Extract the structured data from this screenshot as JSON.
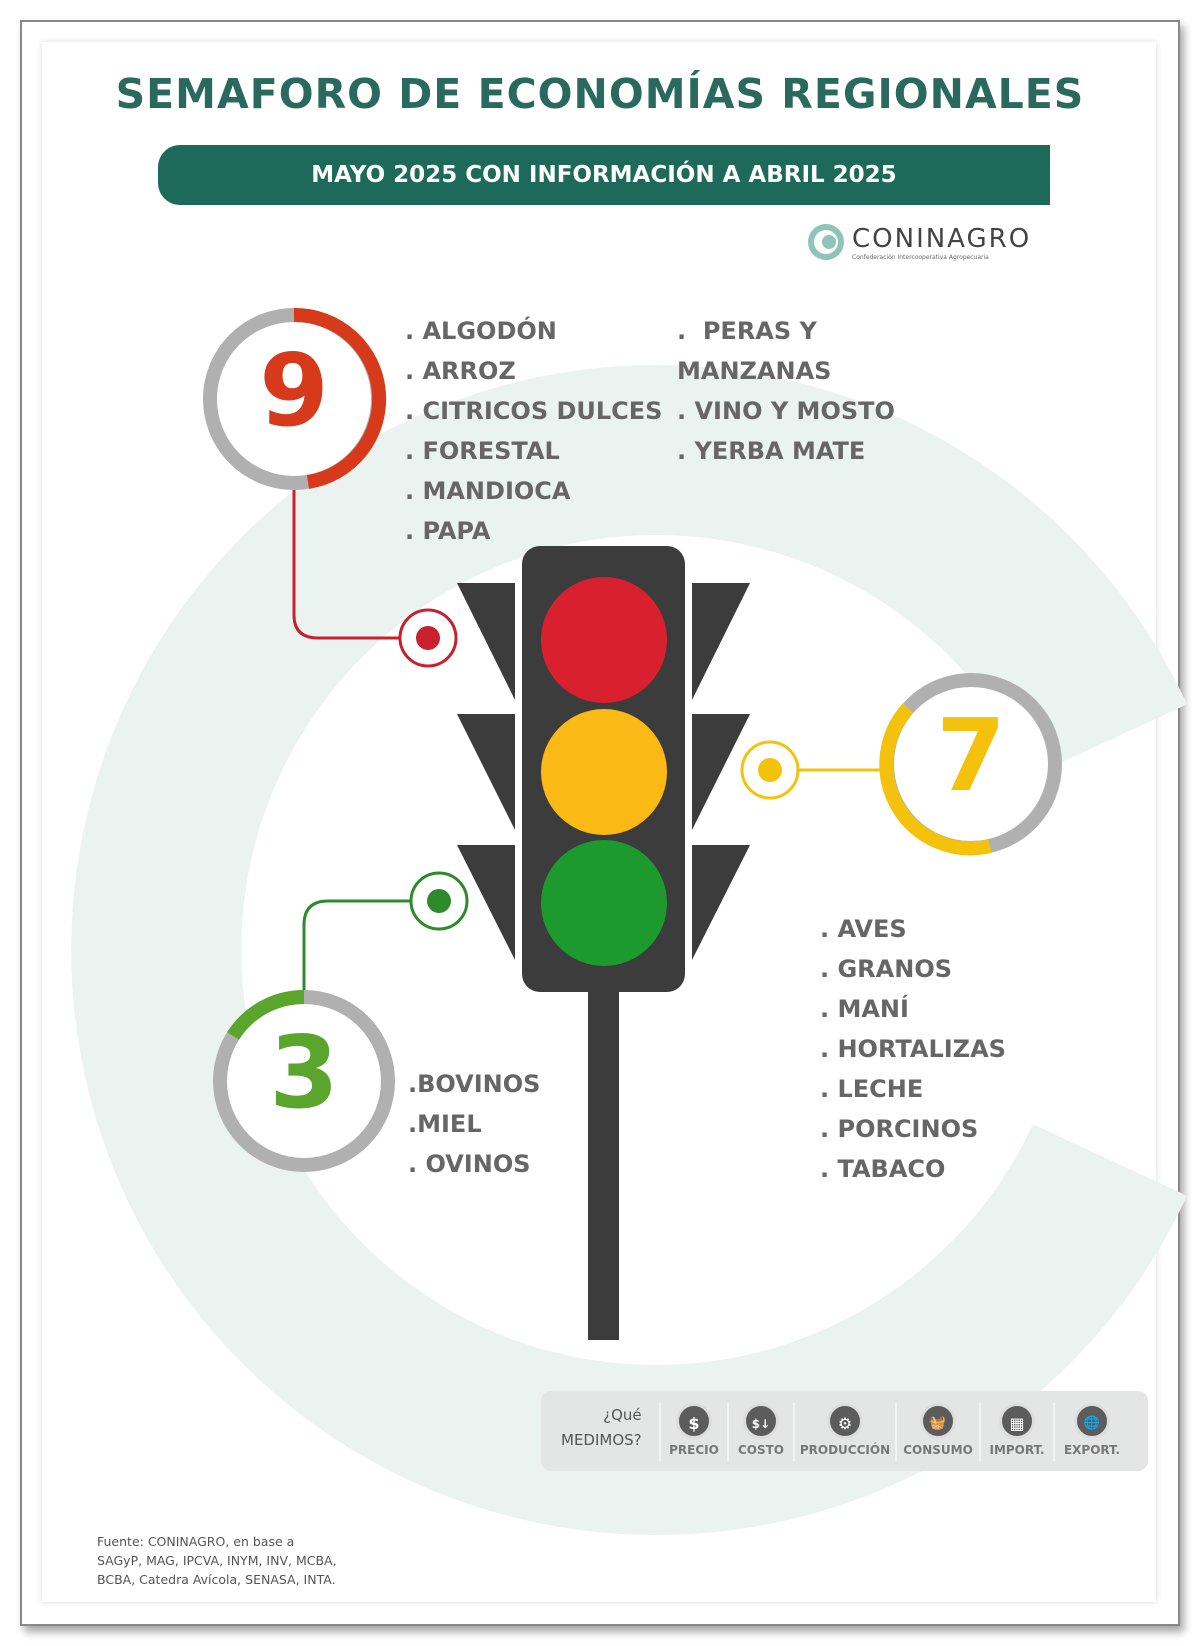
{
  "title": "SEMAFORO DE ECONOMÍAS REGIONALES",
  "subtitle": "MAYO 2025 CON INFORMACIÓN A ABRIL 2025",
  "logo": {
    "name": "CONINAGRO",
    "tagline": "Confederación Intercooperativa Agropecuaria"
  },
  "red": {
    "count": "9",
    "color": "#d63a1a",
    "items_left": [
      ". ALGODÓN",
      ". ARROZ",
      ". CITRICOS DULCES",
      ". FORESTAL",
      ". MANDIOCA",
      ". PAPA"
    ],
    "items_right": [
      ".  PERAS Y",
      "MANZANAS",
      ". VINO Y MOSTO",
      ". YERBA MATE"
    ]
  },
  "yellow": {
    "count": "7",
    "color": "#f4c20d",
    "items": [
      ". AVES",
      ". GRANOS",
      ". MANÍ",
      ". HORTALIZAS",
      ". LECHE",
      ". PORCINOS",
      ". TABACO"
    ]
  },
  "green": {
    "count": "3",
    "color": "#4e9a2a",
    "items": [
      ".BOVINOS",
      ".MIEL",
      ". OVINOS"
    ]
  },
  "legend": {
    "question_line1": "¿Qué",
    "question_line2": "MEDIMOS?",
    "items": [
      {
        "label": "PRECIO",
        "icon": "$"
      },
      {
        "label": "COSTO",
        "icon": "$↓"
      },
      {
        "label": "PRODUCCIÓN",
        "icon": "⚙"
      },
      {
        "label": "CONSUMO",
        "icon": "🧺"
      },
      {
        "label": "IMPORT.",
        "icon": "▦"
      },
      {
        "label": "EXPORT.",
        "icon": "🌐"
      }
    ]
  },
  "source": [
    "Fuente: CONINAGRO, en base a",
    "SAGyP, MAG, IPCVA, INYM, INV, MCBA,",
    "BCBA, Catedra Avícola, SENASA, INTA."
  ]
}
